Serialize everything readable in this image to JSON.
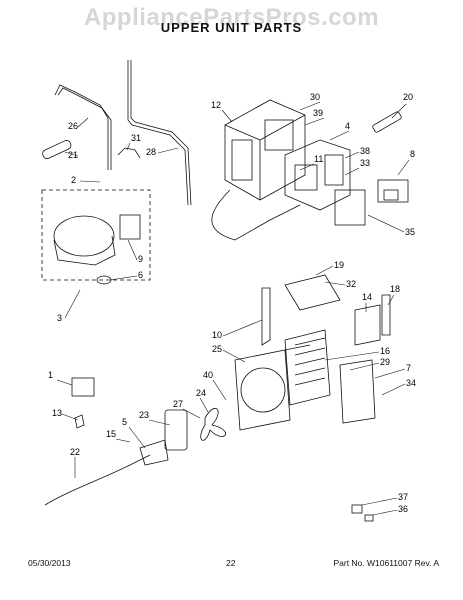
{
  "watermark": "AppliancePartsPros.com",
  "title": "UPPER UNIT PARTS",
  "footer": {
    "date": "05/30/2013",
    "page": "22",
    "part_number": "Part No. W10611007 Rev. A"
  },
  "callouts": [
    "30",
    "20",
    "12",
    "39",
    "4",
    "38",
    "11",
    "33",
    "8",
    "35",
    "26",
    "31",
    "21",
    "28",
    "2",
    "9",
    "6",
    "3",
    "19",
    "32",
    "14",
    "18",
    "10",
    "25",
    "16",
    "29",
    "7",
    "34",
    "1",
    "40",
    "27",
    "24",
    "23",
    "13",
    "5",
    "15",
    "22",
    "37",
    "36"
  ]
}
